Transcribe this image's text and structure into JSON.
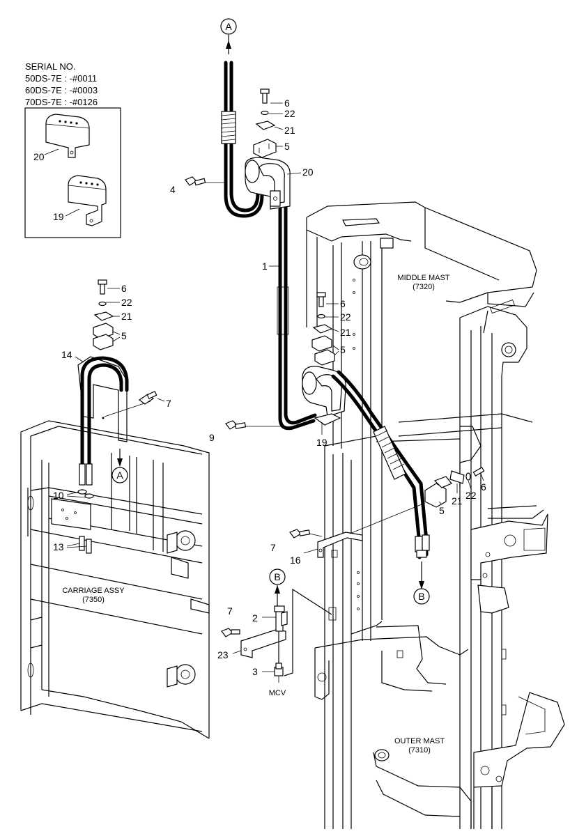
{
  "serial": {
    "heading": "SERIAL NO.",
    "lines": [
      "50DS-7E : -#0011",
      "60DS-7E : -#0003",
      "70DS-7E : -#0126"
    ]
  },
  "inset_parts": [
    "20",
    "19"
  ],
  "callouts": {
    "A_top": "A",
    "A_left": "A",
    "B_right": "B",
    "B_bottom": "B"
  },
  "part_numbers": {
    "p1": "1",
    "p2": "2",
    "p3": "3",
    "p4": "4",
    "p5a": "5",
    "p5b": "5",
    "p5c": "5",
    "p5d": "5",
    "p6a": "6",
    "p6b": "6",
    "p6c": "6",
    "p6d": "6",
    "p7a": "7",
    "p7b": "7",
    "p7c": "7",
    "p9": "9",
    "p10": "10",
    "p13": "13",
    "p14": "14",
    "p16": "16",
    "p19": "19",
    "p20": "20",
    "p21a": "21",
    "p21b": "21",
    "p21c": "21",
    "p21d": "21",
    "p22a": "22",
    "p22b": "22",
    "p22c": "22",
    "p22d": "22",
    "p23": "23"
  },
  "assemblies": {
    "middle_mast": "MIDDLE MAST",
    "middle_mast_code": "(7320)",
    "outer_mast": "OUTER MAST",
    "outer_mast_code": "(7310)",
    "carriage": "CARRIAGE ASSY",
    "carriage_code": "(7350)",
    "mcv": "MCV"
  }
}
